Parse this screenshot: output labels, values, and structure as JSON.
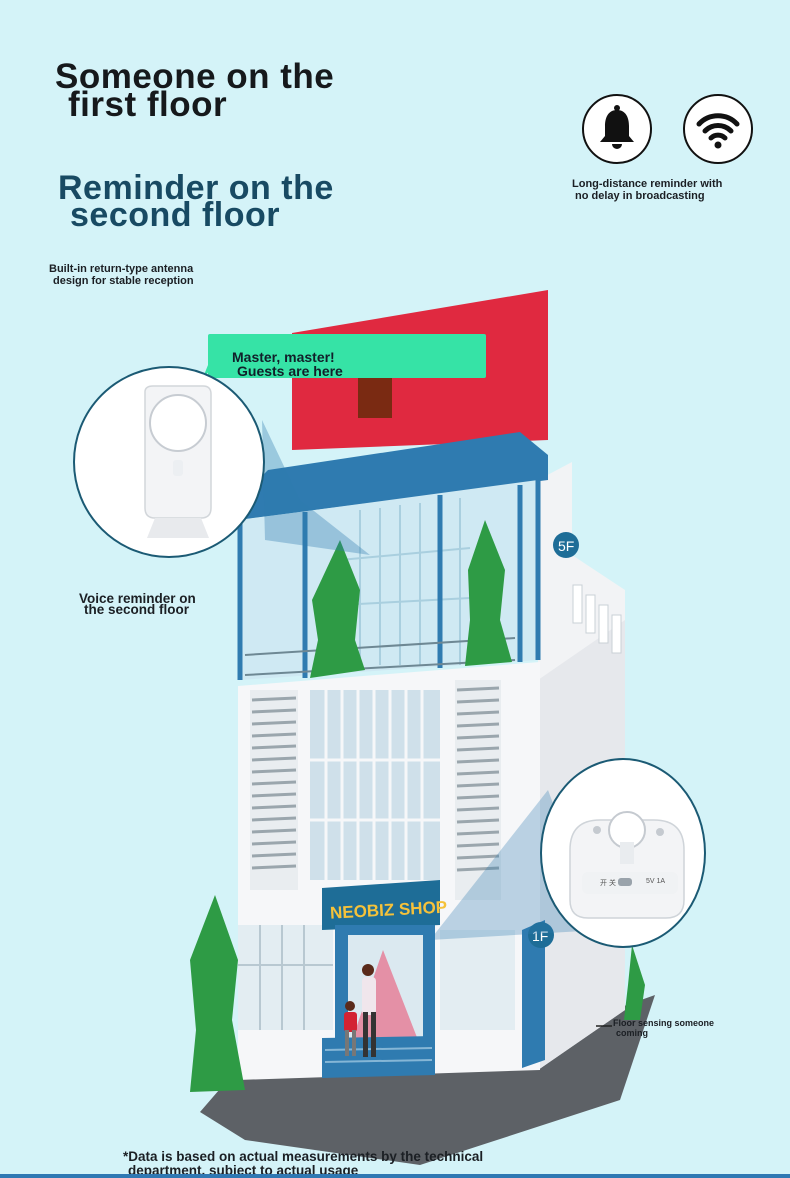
{
  "headline": {
    "line1": "Someone on the",
    "line2": "first floor",
    "line3": "Reminder on the",
    "line4": "second floor"
  },
  "antenna_note": {
    "line1": "Built-in return-type antenna",
    "line2": "design for stable reception"
  },
  "feature_note": {
    "line1": "Long-distance reminder with",
    "line2": "no delay in broadcasting",
    "icons": [
      "bell-icon",
      "wifi-icon"
    ]
  },
  "speech_bubble": {
    "line1": "Master, master!",
    "line2": "Guests are here"
  },
  "receiver_caption": {
    "line1": "Voice reminder on",
    "line2": "the second floor"
  },
  "sensor_caption": {
    "line1": "Floor sensing someone",
    "line2": "coming"
  },
  "building": {
    "shop_sign": "NEOBIZ SHOP",
    "upper_floor_badge": "5F",
    "ground_floor_badge": "1F"
  },
  "sensor_switch": {
    "label_left": "开 关",
    "label_right": "5V 1A"
  },
  "footnote": {
    "line1": "*Data is based on actual measurements by the technical",
    "line2": "department, subject to actual usage"
  },
  "colors": {
    "background": "#d4f3f8",
    "accent_red": "#e02940",
    "glass_blue": "#2f7bb0",
    "bubble_green": "#36e3a6",
    "heading_teal": "#184a63"
  }
}
